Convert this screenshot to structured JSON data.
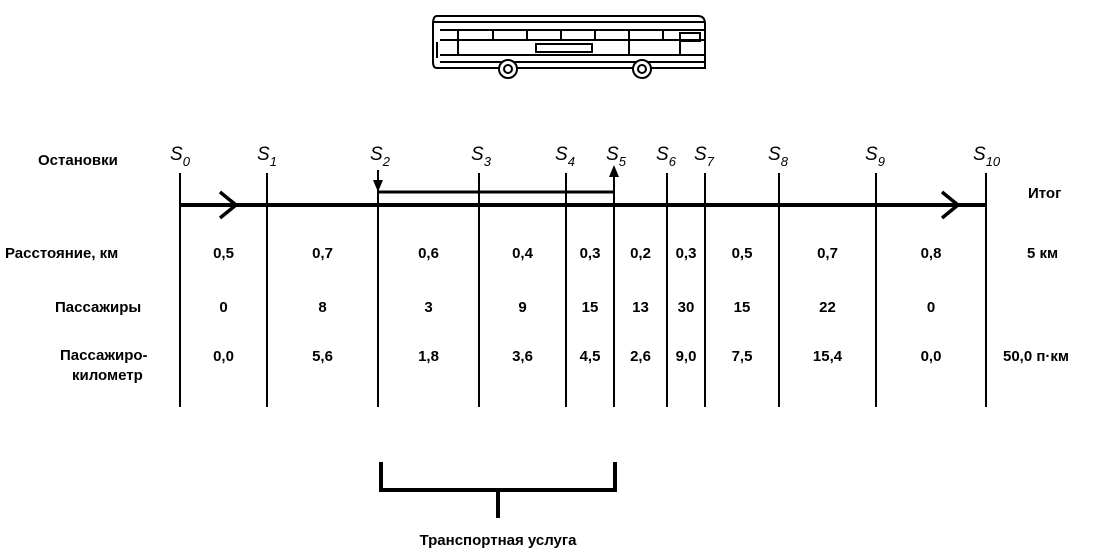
{
  "row_labels": {
    "stops": "Остановки",
    "distance": "Расстояние, км",
    "passengers": "Пассажиры",
    "pkm_line1": "Пассажиро-",
    "pkm_line2": "километр"
  },
  "stop_letter": "S",
  "stops": [
    "0",
    "1",
    "2",
    "3",
    "4",
    "5",
    "6",
    "7",
    "8",
    "9",
    "10"
  ],
  "total_label": "Итог",
  "segments": [
    {
      "distance": "0,5",
      "passengers": "0",
      "pkm": "0,0"
    },
    {
      "distance": "0,7",
      "passengers": "8",
      "pkm": "5,6"
    },
    {
      "distance": "0,6",
      "passengers": "3",
      "pkm": "1,8"
    },
    {
      "distance": "0,4",
      "passengers": "9",
      "pkm": "3,6"
    },
    {
      "distance": "0,3",
      "passengers": "15",
      "pkm": "4,5"
    },
    {
      "distance": "0,2",
      "passengers": "13",
      "pkm": "2,6"
    },
    {
      "distance": "0,3",
      "passengers": "30",
      "pkm": "9,0"
    },
    {
      "distance": "0,5",
      "passengers": "15",
      "pkm": "7,5"
    },
    {
      "distance": "0,7",
      "passengers": "22",
      "pkm": "15,4"
    },
    {
      "distance": "0,8",
      "passengers": "0",
      "pkm": "0,0"
    }
  ],
  "totals": {
    "distance": "5 км",
    "pkm": "50,0 п·км"
  },
  "service_label": "Транспортная услуга"
}
